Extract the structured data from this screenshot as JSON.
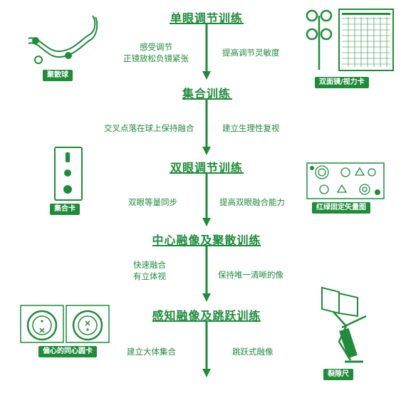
{
  "steps": [
    {
      "title": "单眼调节训练",
      "left_note": [
        "感受调节",
        "正镜放松负镜紧张"
      ],
      "right_note": "提高调节灵敏度"
    },
    {
      "title": "集合训练",
      "left_note": [
        "交叉点落在球上保持融合"
      ],
      "right_note": "建立生理性复视"
    },
    {
      "title": "双眼调节训练",
      "left_note": [
        "双眼等量同步"
      ],
      "right_note": "提高双眼融合能力"
    },
    {
      "title": "中心融像及聚散训练",
      "left_note": [
        "快速融合",
        "有立体视"
      ],
      "right_note": "保持唯一清晰的像"
    },
    {
      "title": "感知融像及跳跃训练",
      "left_note": [
        "建立大体集合"
      ],
      "right_note": "跳跃式融像"
    }
  ],
  "tools": {
    "brock_string": "聚散球",
    "flipper_chart": "双面镜/视力卡",
    "vergence_card": "集合卡",
    "vectogram": "红绿固定矢量图",
    "eccentric_circles": "偏心的同心圆卡",
    "aperture_rule": "裂隙尺"
  },
  "colors": {
    "primary": "#1e8c3a",
    "background": "#ffffff"
  }
}
